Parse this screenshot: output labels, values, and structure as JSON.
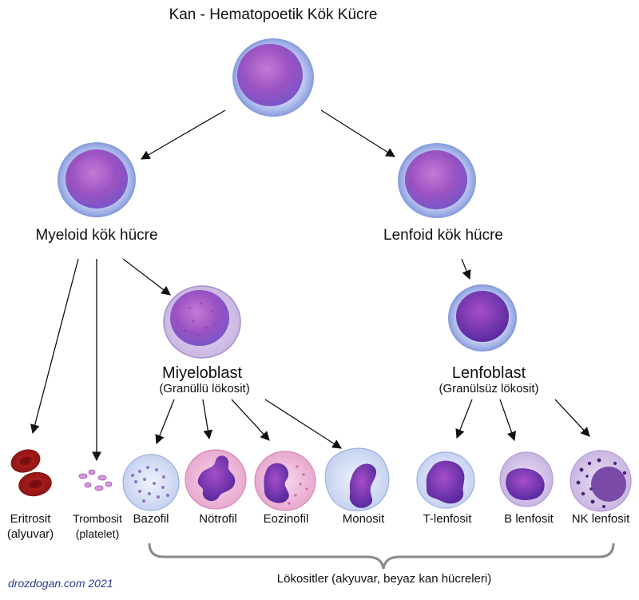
{
  "title": "Kan - Hematopoetik Kök Kücre",
  "nodes": {
    "myeloid_stem": "Myeloid kök hücre",
    "lymphoid_stem": "Lenfoid kök hücre",
    "myeloblast": "Miyeloblast",
    "myeloblast_sub": "(Granüllü lökosit)",
    "lymphoblast": "Lenfoblast",
    "lymphoblast_sub": "(Granülsüz lökosit)"
  },
  "cells": {
    "erythrocyte": "Eritrosit",
    "erythrocyte_sub": "(alyuvar)",
    "thrombocyte": "Trombosit",
    "thrombocyte_sub": "(platelet)",
    "basophil": "Bazofil",
    "neutrophil": "Nötrofil",
    "eosinophil": "Eozinofil",
    "monocyte": "Monosit",
    "t_lymphocyte": "T-lenfosit",
    "b_lymphocyte": "B lenfosit",
    "nk_lymphocyte": "NK lenfosit"
  },
  "leukocytes_label": "Lökositler (akyuvar, beyaz kan hücreleri)",
  "credit": "drozdogan.com 2021"
}
